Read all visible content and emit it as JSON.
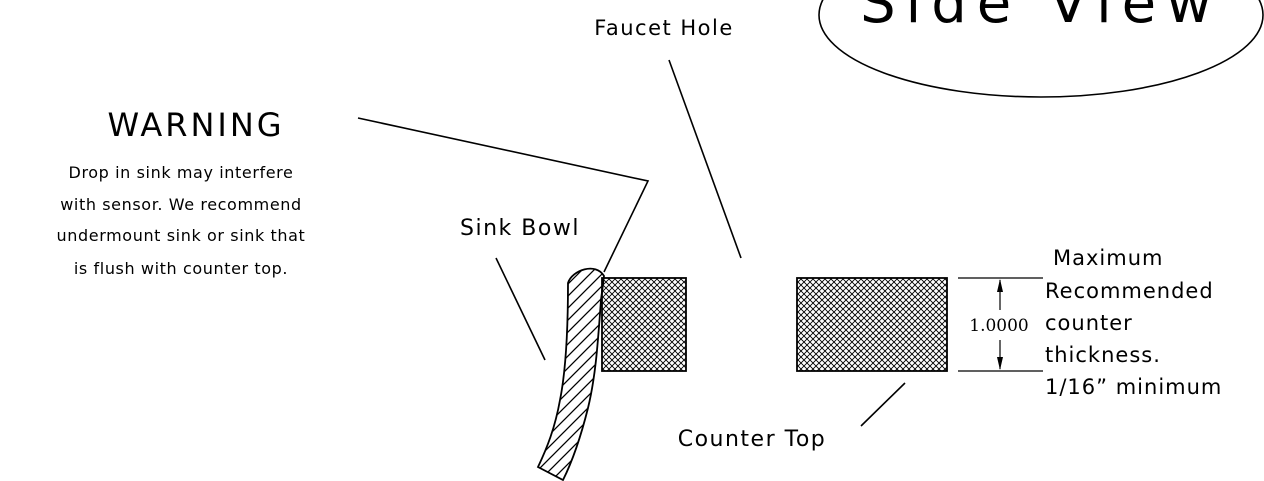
{
  "view_title": "Side View",
  "labels": {
    "faucet_hole": "Faucet Hole",
    "warning_title": "WARNING",
    "warning_lines": [
      "Drop in sink may interfere",
      "with sensor. We recommend",
      "undermount sink or sink that",
      "is flush with counter top."
    ],
    "sink_bowl": "Sink Bowl",
    "counter_top": "Counter Top",
    "dimension_value": "1.0000",
    "dimension_note": [
      "Maximum",
      "Recommended",
      "counter",
      "thickness.",
      "1/16” minimum"
    ]
  }
}
